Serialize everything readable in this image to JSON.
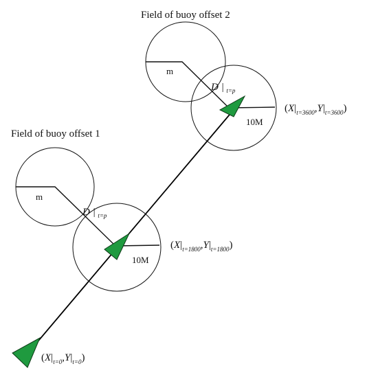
{
  "fields": [
    {
      "title": "Field of buoy offset 1",
      "m_label": "m",
      "d_label": "D",
      "d_sub": "t=p",
      "range_label": "10M"
    },
    {
      "title": "Field of buoy offset 2",
      "m_label": "m",
      "d_label": "D",
      "d_sub": "t=p",
      "range_label": "10M"
    }
  ],
  "coordinates": [
    {
      "x_sym": "X",
      "y_sym": "Y",
      "sub": "t=0"
    },
    {
      "x_sym": "X",
      "y_sym": "Y",
      "sub": "t=1800"
    },
    {
      "x_sym": "X",
      "y_sym": "Y",
      "sub": "t=3600"
    }
  ],
  "colors": {
    "marker": "#1f9a3f",
    "line": "#000000"
  }
}
